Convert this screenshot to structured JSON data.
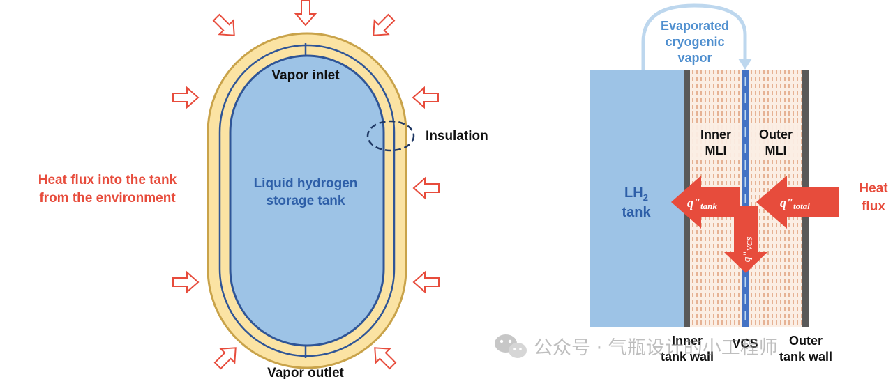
{
  "left_diagram": {
    "vapor_inlet": "Vapor inlet",
    "vapor_outlet": "Vapor outlet",
    "insulation": "Insulation",
    "tank_label_line1": "Liquid hydrogen",
    "tank_label_line2": "storage tank",
    "heat_flux_line1": "Heat flux into the tank",
    "heat_flux_line2": "from the environment"
  },
  "right_diagram": {
    "evaporated_line1": "Evaporated",
    "evaporated_line2": "cryogenic",
    "evaporated_line3": "vapor",
    "lh2_main": "LH",
    "lh2_sub": "2",
    "lh2_line2": "tank",
    "inner_mli_line1": "Inner",
    "inner_mli_line2": "MLI",
    "outer_mli_line1": "Outer",
    "outer_mli_line2": "MLI",
    "heat_flux_line1": "Heat",
    "heat_flux_line2": "flux",
    "q_tank_main": "q\"",
    "q_tank_sub": "tank",
    "q_total_main": "q\"",
    "q_total_sub": "total",
    "q_vcs_main": "q\"",
    "q_vcs_sub": "VCS",
    "inner_tank_wall_line1": "Inner",
    "inner_tank_wall_line2": "tank wall",
    "vcs": "VCS",
    "outer_tank_wall_line1": "Outer",
    "outer_tank_wall_line2": "tank wall"
  },
  "watermark": "公众号 · 气瓶设计的小工程师",
  "colors": {
    "tank_fill": "#9dc3e6",
    "insulation_fill": "#fbe3a3",
    "insulation_stroke": "#c9a34a",
    "wall_stroke": "#2f5597",
    "accent_red": "#e74c3c",
    "label_blue": "#2e5fa8",
    "vapor_blue": "#5b9bd5",
    "wall_gray": "#595959",
    "mli_fill": "#f6e2d3"
  }
}
